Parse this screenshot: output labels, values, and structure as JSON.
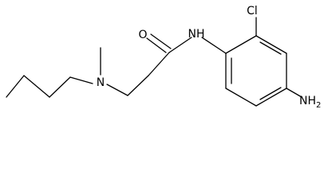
{
  "molecule": {
    "labels": {
      "oxygen": "O",
      "amide_nh": "NH",
      "chlorine": "Cl",
      "amine_n": "N",
      "amino": "NH",
      "amino_subscript": "2"
    }
  }
}
